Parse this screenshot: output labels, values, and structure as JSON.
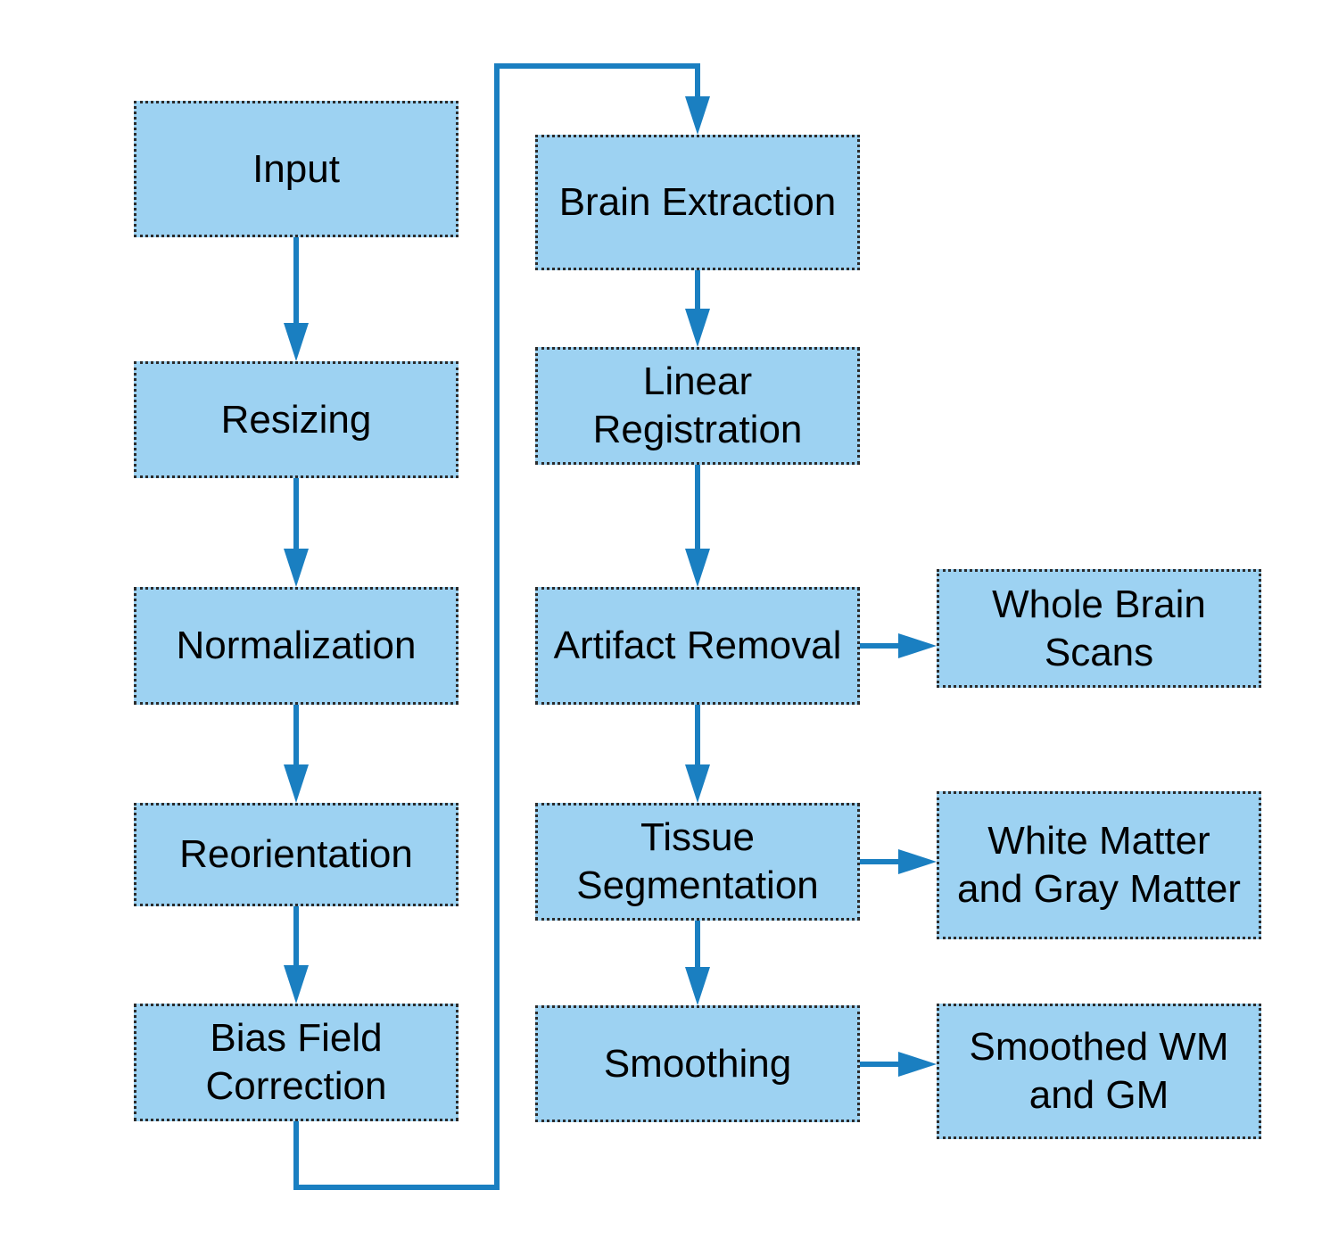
{
  "colors": {
    "node_fill": "#9dd2f2",
    "node_border": "#2b2b2b",
    "connector": "#1a7fc1",
    "text": "#000000"
  },
  "nodes": {
    "input": {
      "lines": [
        "Input"
      ]
    },
    "resizing": {
      "lines": [
        "Resizing"
      ]
    },
    "normalization": {
      "lines": [
        "Normalization"
      ]
    },
    "reorientation": {
      "lines": [
        "Reorientation"
      ]
    },
    "bias_field_correction": {
      "lines": [
        "Bias Field",
        "Correction"
      ]
    },
    "brain_extraction": {
      "lines": [
        "Brain Extraction"
      ]
    },
    "linear_registration": {
      "lines": [
        "Linear",
        "Registration"
      ]
    },
    "artifact_removal": {
      "lines": [
        "Artifact Removal"
      ]
    },
    "tissue_segmentation": {
      "lines": [
        "Tissue",
        "Segmentation"
      ]
    },
    "smoothing": {
      "lines": [
        "Smoothing"
      ]
    },
    "whole_brain_scans": {
      "lines": [
        "Whole Brain",
        "Scans"
      ]
    },
    "white_matter_gray_matter": {
      "lines": [
        "White Matter",
        "and Gray Matter"
      ]
    },
    "smoothed_wm_gm": {
      "lines": [
        "Smoothed WM",
        "and GM"
      ]
    }
  },
  "edges": [
    {
      "from": "input",
      "to": "resizing"
    },
    {
      "from": "resizing",
      "to": "normalization"
    },
    {
      "from": "normalization",
      "to": "reorientation"
    },
    {
      "from": "reorientation",
      "to": "bias_field_correction"
    },
    {
      "from": "bias_field_correction",
      "to": "brain_extraction"
    },
    {
      "from": "brain_extraction",
      "to": "linear_registration"
    },
    {
      "from": "linear_registration",
      "to": "artifact_removal"
    },
    {
      "from": "artifact_removal",
      "to": "tissue_segmentation"
    },
    {
      "from": "tissue_segmentation",
      "to": "smoothing"
    },
    {
      "from": "artifact_removal",
      "to": "whole_brain_scans"
    },
    {
      "from": "tissue_segmentation",
      "to": "white_matter_gray_matter"
    },
    {
      "from": "smoothing",
      "to": "smoothed_wm_gm"
    }
  ]
}
